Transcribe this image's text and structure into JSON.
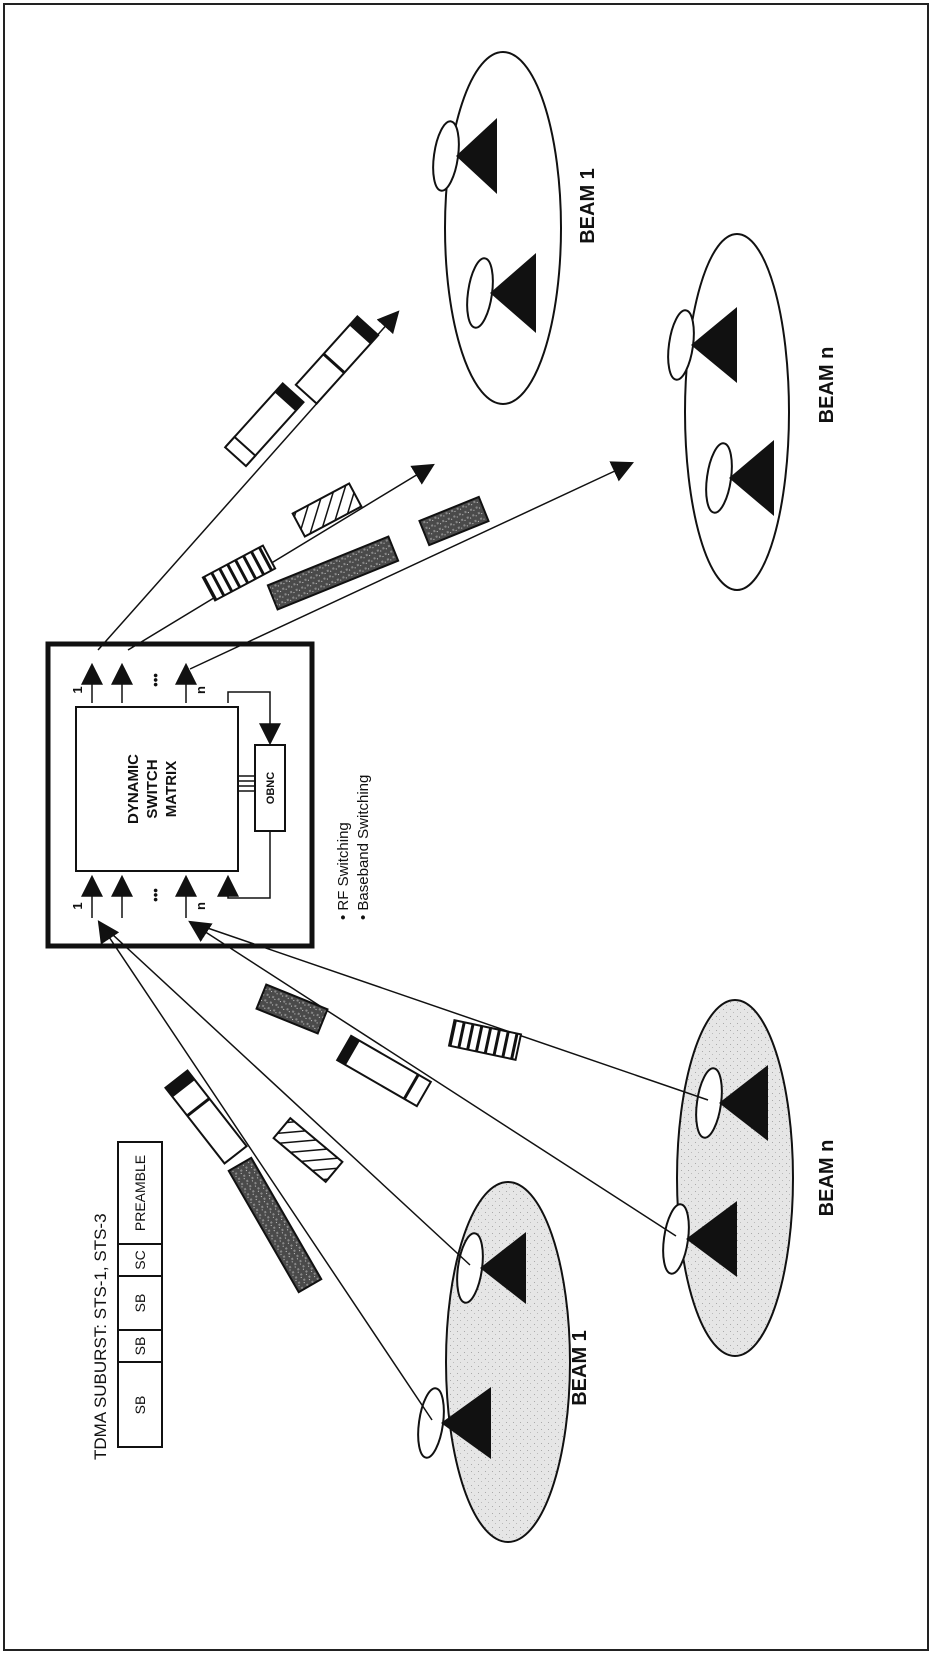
{
  "switch": {
    "matrix_label": [
      "DYNAMIC",
      "SWITCH",
      "MATRIX"
    ],
    "obnc_label": "OBNC",
    "port_first": "1",
    "port_last": "n",
    "port_ellipsis": "•••",
    "modes": [
      "• RF Switching",
      "• Baseband Switching"
    ]
  },
  "beams": {
    "downlink_beam_1": "BEAM 1",
    "downlink_beam_n": "BEAM n",
    "uplink_beam_1": "BEAM 1",
    "uplink_beam_n": "BEAM n"
  },
  "tdma": {
    "title": "TDMA SUBURST: STS-1, STS-3",
    "cells": [
      "SB",
      "SB",
      "SB",
      "SC",
      "PREAMBLE"
    ]
  }
}
